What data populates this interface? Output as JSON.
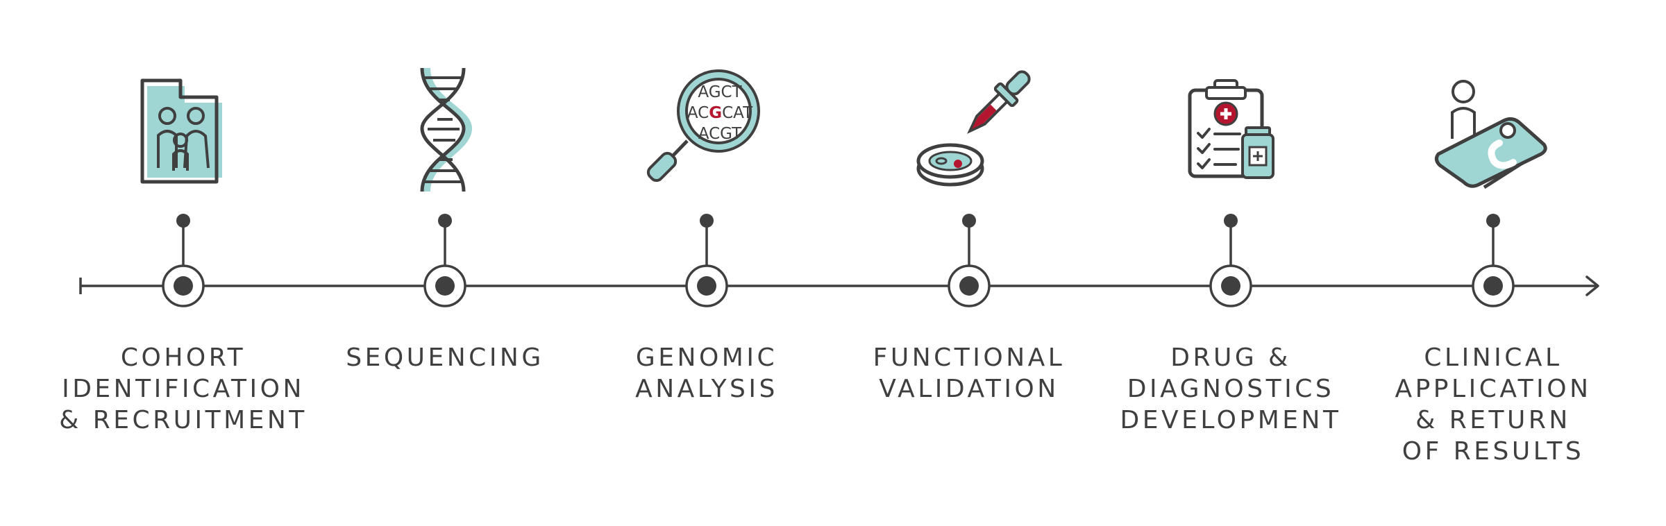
{
  "colors": {
    "line": "#3f3f3f",
    "accent": "#9fd6d3",
    "highlight": "#b5162f",
    "background": "#ffffff"
  },
  "stages": [
    {
      "icon": "family-silhouette-icon",
      "label_lines": [
        "COHORT",
        "IDENTIFICATION",
        "& RECRUITMENT"
      ]
    },
    {
      "icon": "dna-helix-icon",
      "label_lines": [
        "SEQUENCING"
      ]
    },
    {
      "icon": "magnifier-sequence-icon",
      "label_lines": [
        "GENOMIC",
        "ANALYSIS"
      ],
      "icon_text": [
        "AGCT",
        "ACGCAT",
        "ACGT"
      ]
    },
    {
      "icon": "pipette-dish-icon",
      "label_lines": [
        "FUNCTIONAL",
        "VALIDATION"
      ]
    },
    {
      "icon": "clipboard-vial-icon",
      "label_lines": [
        "DRUG &",
        "DIAGNOSTICS",
        "DEVELOPMENT"
      ]
    },
    {
      "icon": "patient-bed-icon",
      "label_lines": [
        "CLINICAL",
        "APPLICATION",
        "& RETURN",
        "OF RESULTS"
      ]
    }
  ]
}
